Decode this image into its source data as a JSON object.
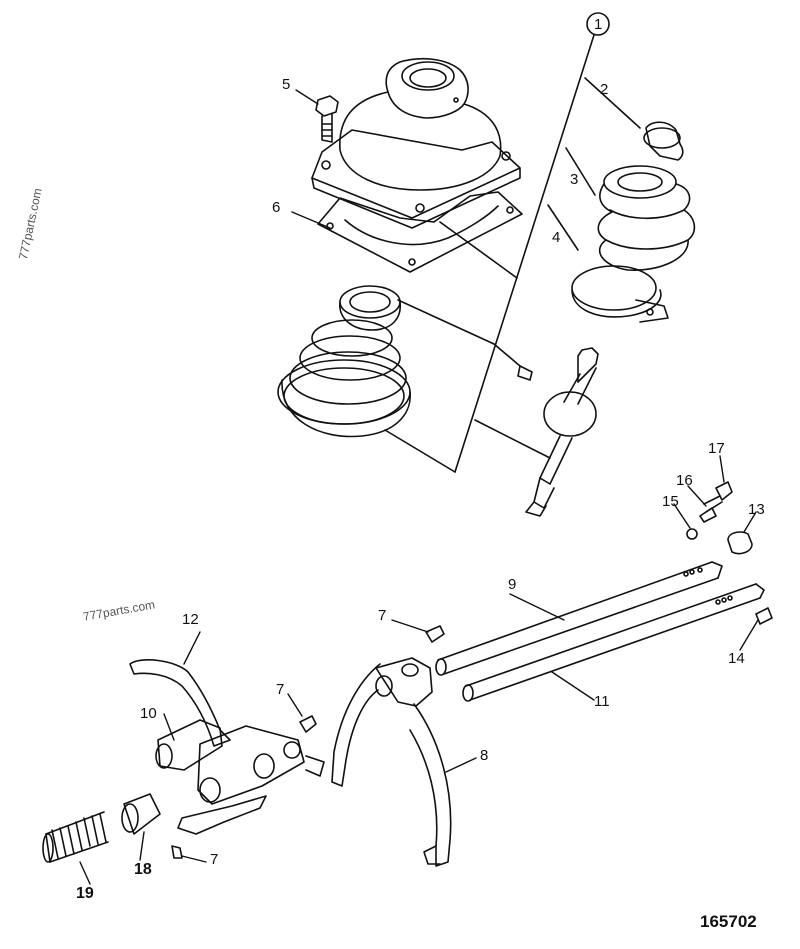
{
  "watermark": "777parts.com",
  "reference_number": "165702",
  "callouts": {
    "c1": "1",
    "c2": "2",
    "c3": "3",
    "c4": "4",
    "c5": "5",
    "c6": "6",
    "c7a": "7",
    "c7b": "7",
    "c7c": "7",
    "c8": "8",
    "c9": "9",
    "c10": "10",
    "c11": "11",
    "c12": "12",
    "c13": "13",
    "c14": "14",
    "c15": "15",
    "c16": "16",
    "c17": "17",
    "c18": "18",
    "c19": "19"
  },
  "colors": {
    "line": "#111111",
    "background": "#ffffff",
    "watermark": "#555555"
  }
}
